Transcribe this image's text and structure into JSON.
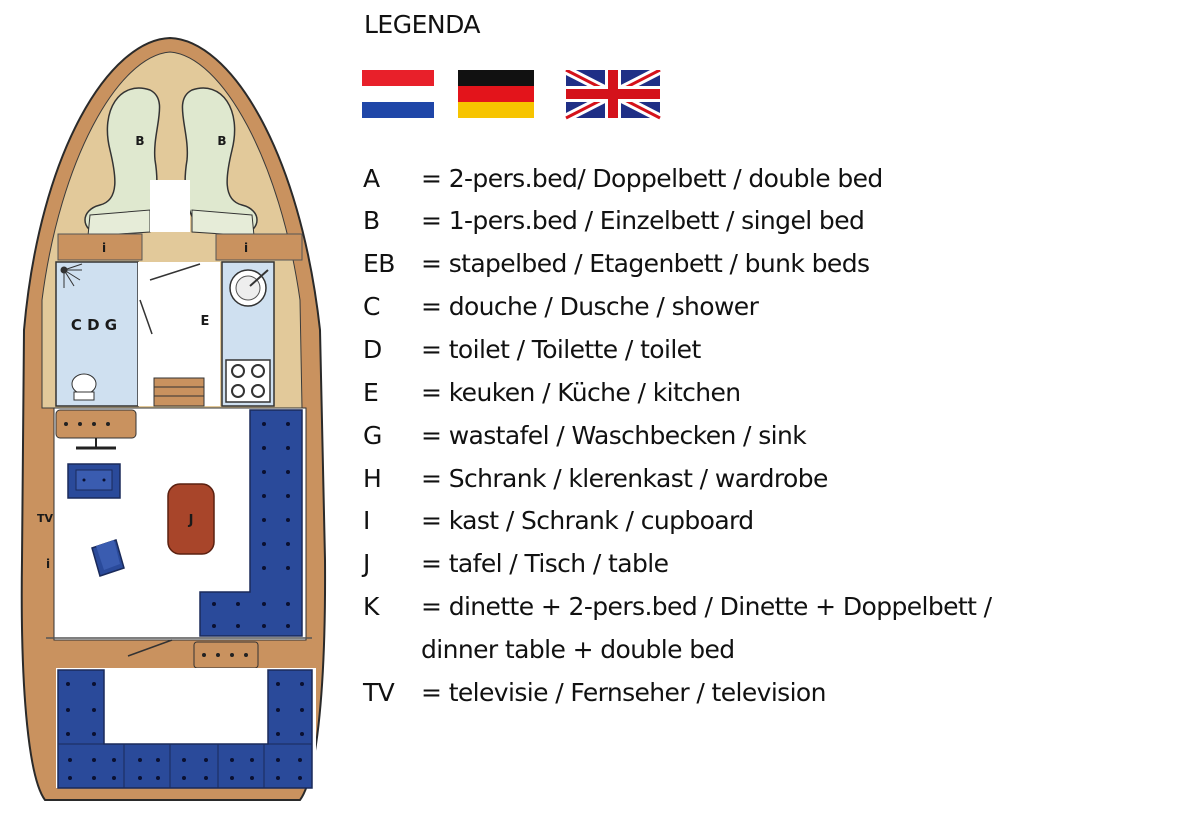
{
  "legend": {
    "title": "LEGENDA",
    "flags": [
      {
        "name": "netherlands",
        "colors": [
          "#e8202a",
          "#ffffff",
          "#1f46a8"
        ]
      },
      {
        "name": "germany",
        "colors": [
          "#111111",
          "#e3141b",
          "#f7c400"
        ]
      },
      {
        "name": "united-kingdom",
        "colors": [
          "#1f2f86",
          "#ffffff",
          "#d4121b"
        ]
      }
    ],
    "items": [
      {
        "key": "A",
        "desc": "= 2-pers.bed/ Doppelbett / double bed"
      },
      {
        "key": "B",
        "desc": "= 1-pers.bed / Einzelbett / singel bed"
      },
      {
        "key": "EB",
        "desc": "= stapelbed / Etagenbett / bunk beds"
      },
      {
        "key": "C",
        "desc": "= douche / Dusche / shower"
      },
      {
        "key": "D",
        "desc": "= toilet / Toilette / toilet"
      },
      {
        "key": "E",
        "desc": "= keuken / Küche / kitchen"
      },
      {
        "key": "G",
        "desc": "= wastafel / Waschbecken / sink"
      },
      {
        "key": "H",
        "desc": "= Schrank / klerenkast / wardrobe"
      },
      {
        "key": "I",
        "desc": "= kast / Schrank / cupboard"
      },
      {
        "key": "J",
        "desc": "= tafel / Tisch / table"
      },
      {
        "key": "K",
        "desc": "= dinette + 2-pers.bed / Dinette + Doppelbett /"
      },
      {
        "key": "",
        "desc": "dinner table + double bed"
      },
      {
        "key": "TV",
        "desc": "= televisie / Fernseher / television"
      }
    ]
  },
  "boat": {
    "labels": {
      "bed_left": "B",
      "bed_right": "B",
      "cupboard_left": "i",
      "cupboard_right": "i",
      "bathroom": "C D G",
      "kitchen": "E",
      "table": "J",
      "tv": "TV",
      "cupboard_salon": "i"
    },
    "colors": {
      "hull": "#c9925f",
      "deck": "#e2c99a",
      "bathroom": "#cfe0f0",
      "seating": "#2a4a9a",
      "table": "#a8452a",
      "bed": "#dfe8cf"
    }
  }
}
